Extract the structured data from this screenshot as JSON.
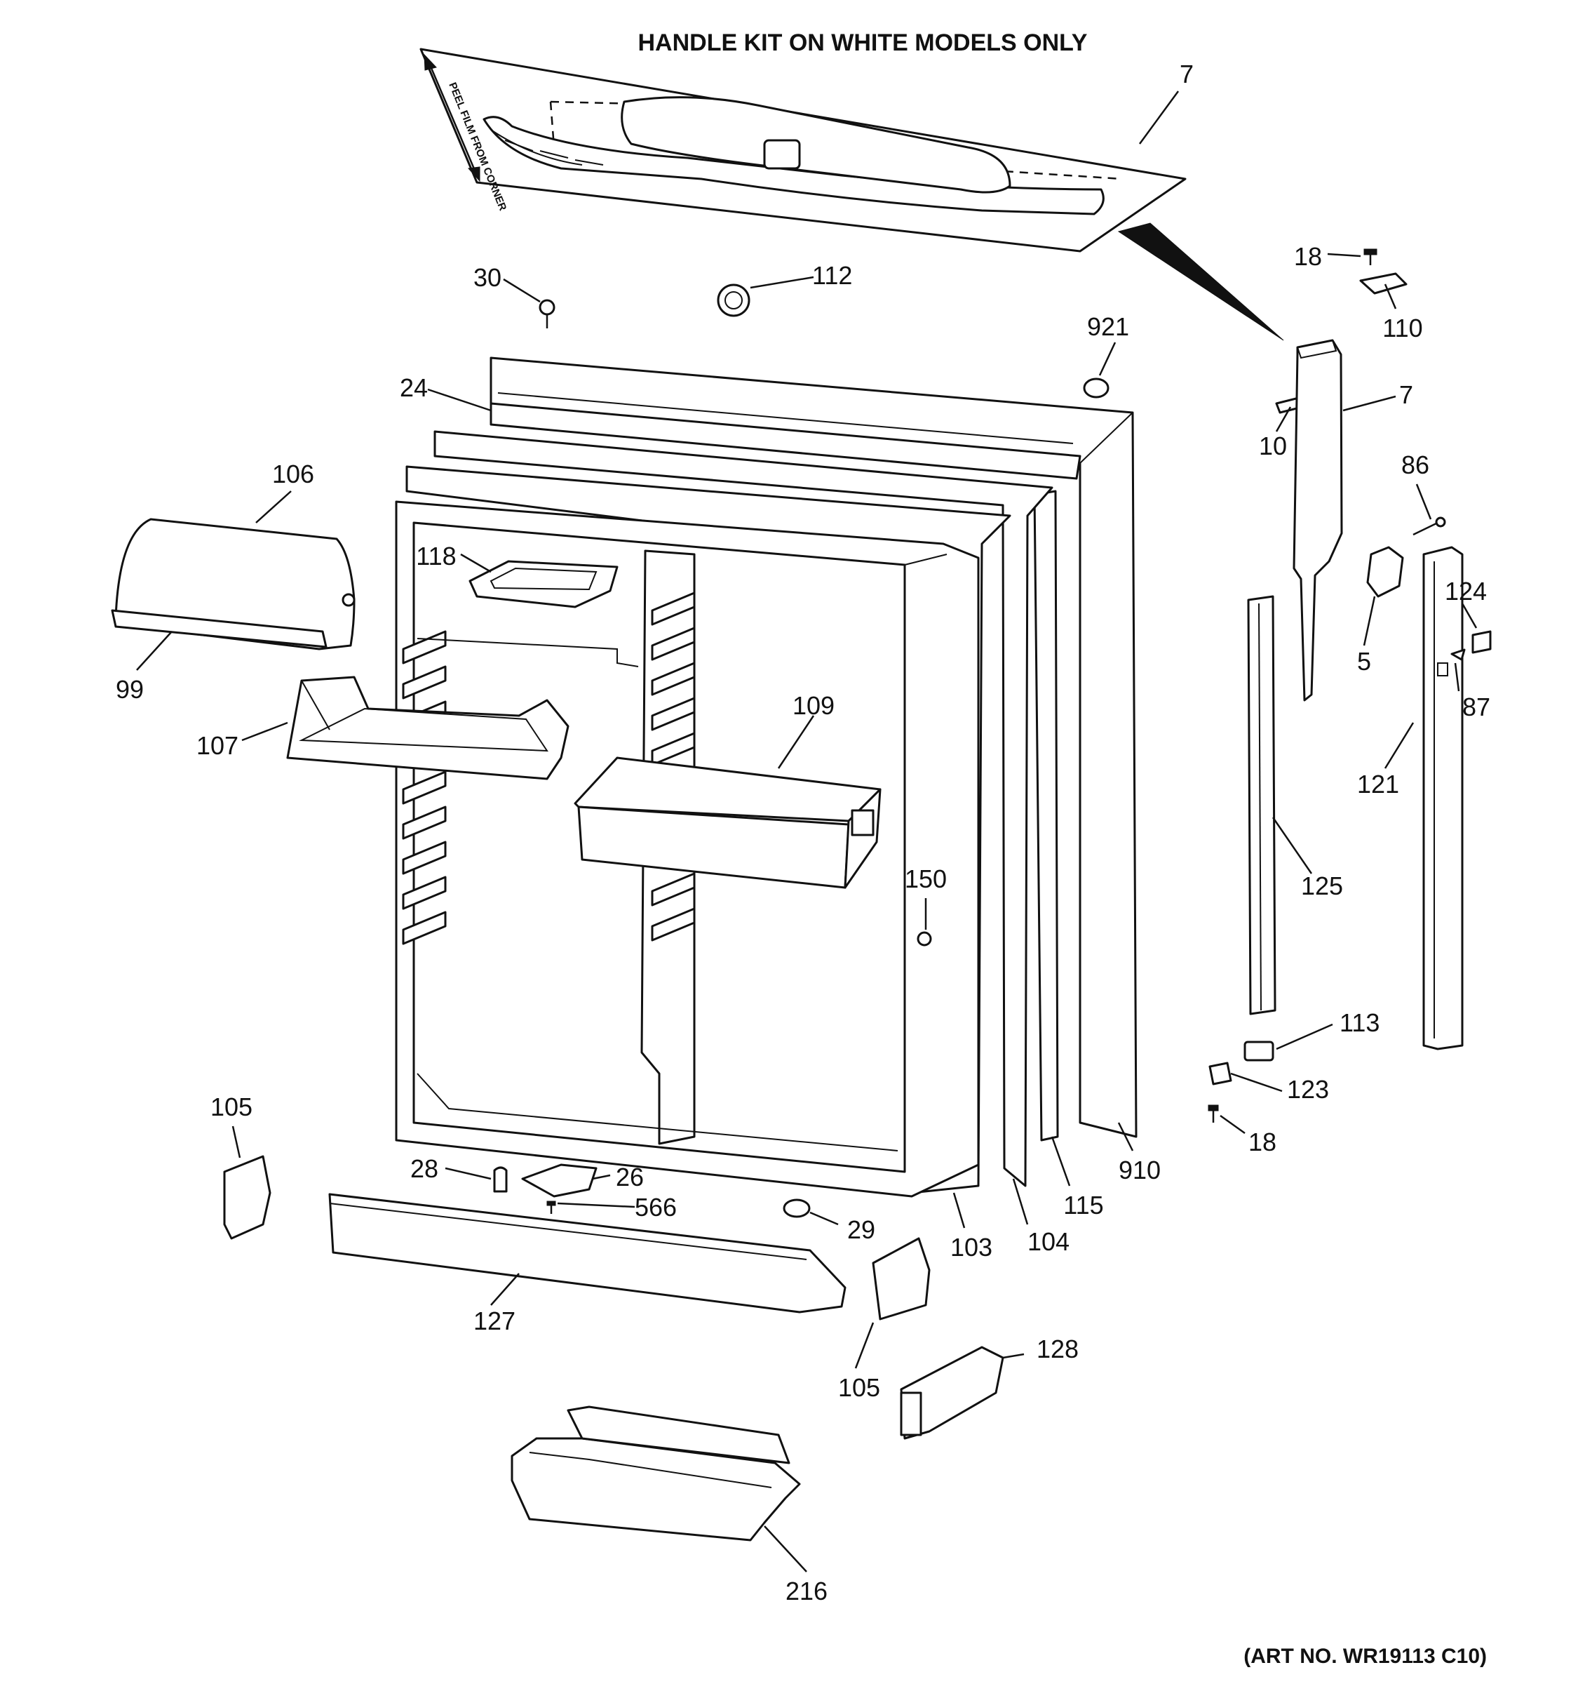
{
  "title": "HANDLE KIT ON WHITE MODELS ONLY",
  "art_no": "(ART NO. WR19113 C10)",
  "film_note": "PEEL FILM FROM CORNER",
  "callouts": [
    {
      "id": "c7a",
      "text": "7"
    },
    {
      "id": "c18a",
      "text": "18"
    },
    {
      "id": "c110",
      "text": "110"
    },
    {
      "id": "c30",
      "text": "30"
    },
    {
      "id": "c112",
      "text": "112"
    },
    {
      "id": "c921",
      "text": "921"
    },
    {
      "id": "c24",
      "text": "24"
    },
    {
      "id": "c7b",
      "text": "7"
    },
    {
      "id": "c10",
      "text": "10"
    },
    {
      "id": "c106",
      "text": "106"
    },
    {
      "id": "c86",
      "text": "86"
    },
    {
      "id": "c118",
      "text": "118"
    },
    {
      "id": "c124",
      "text": "124"
    },
    {
      "id": "c5",
      "text": "5"
    },
    {
      "id": "c87",
      "text": "87"
    },
    {
      "id": "c99",
      "text": "99"
    },
    {
      "id": "c109",
      "text": "109"
    },
    {
      "id": "c107",
      "text": "107"
    },
    {
      "id": "c121",
      "text": "121"
    },
    {
      "id": "c125",
      "text": "125"
    },
    {
      "id": "c150",
      "text": "150"
    },
    {
      "id": "c113",
      "text": "113"
    },
    {
      "id": "c123",
      "text": "123"
    },
    {
      "id": "c105a",
      "text": "105"
    },
    {
      "id": "c18b",
      "text": "18"
    },
    {
      "id": "c910",
      "text": "910"
    },
    {
      "id": "c28",
      "text": "28"
    },
    {
      "id": "c26",
      "text": "26"
    },
    {
      "id": "c115",
      "text": "115"
    },
    {
      "id": "c566",
      "text": "566"
    },
    {
      "id": "c29",
      "text": "29"
    },
    {
      "id": "c103",
      "text": "103"
    },
    {
      "id": "c104",
      "text": "104"
    },
    {
      "id": "c127",
      "text": "127"
    },
    {
      "id": "c128",
      "text": "128"
    },
    {
      "id": "c105b",
      "text": "105"
    },
    {
      "id": "c216",
      "text": "216"
    }
  ]
}
